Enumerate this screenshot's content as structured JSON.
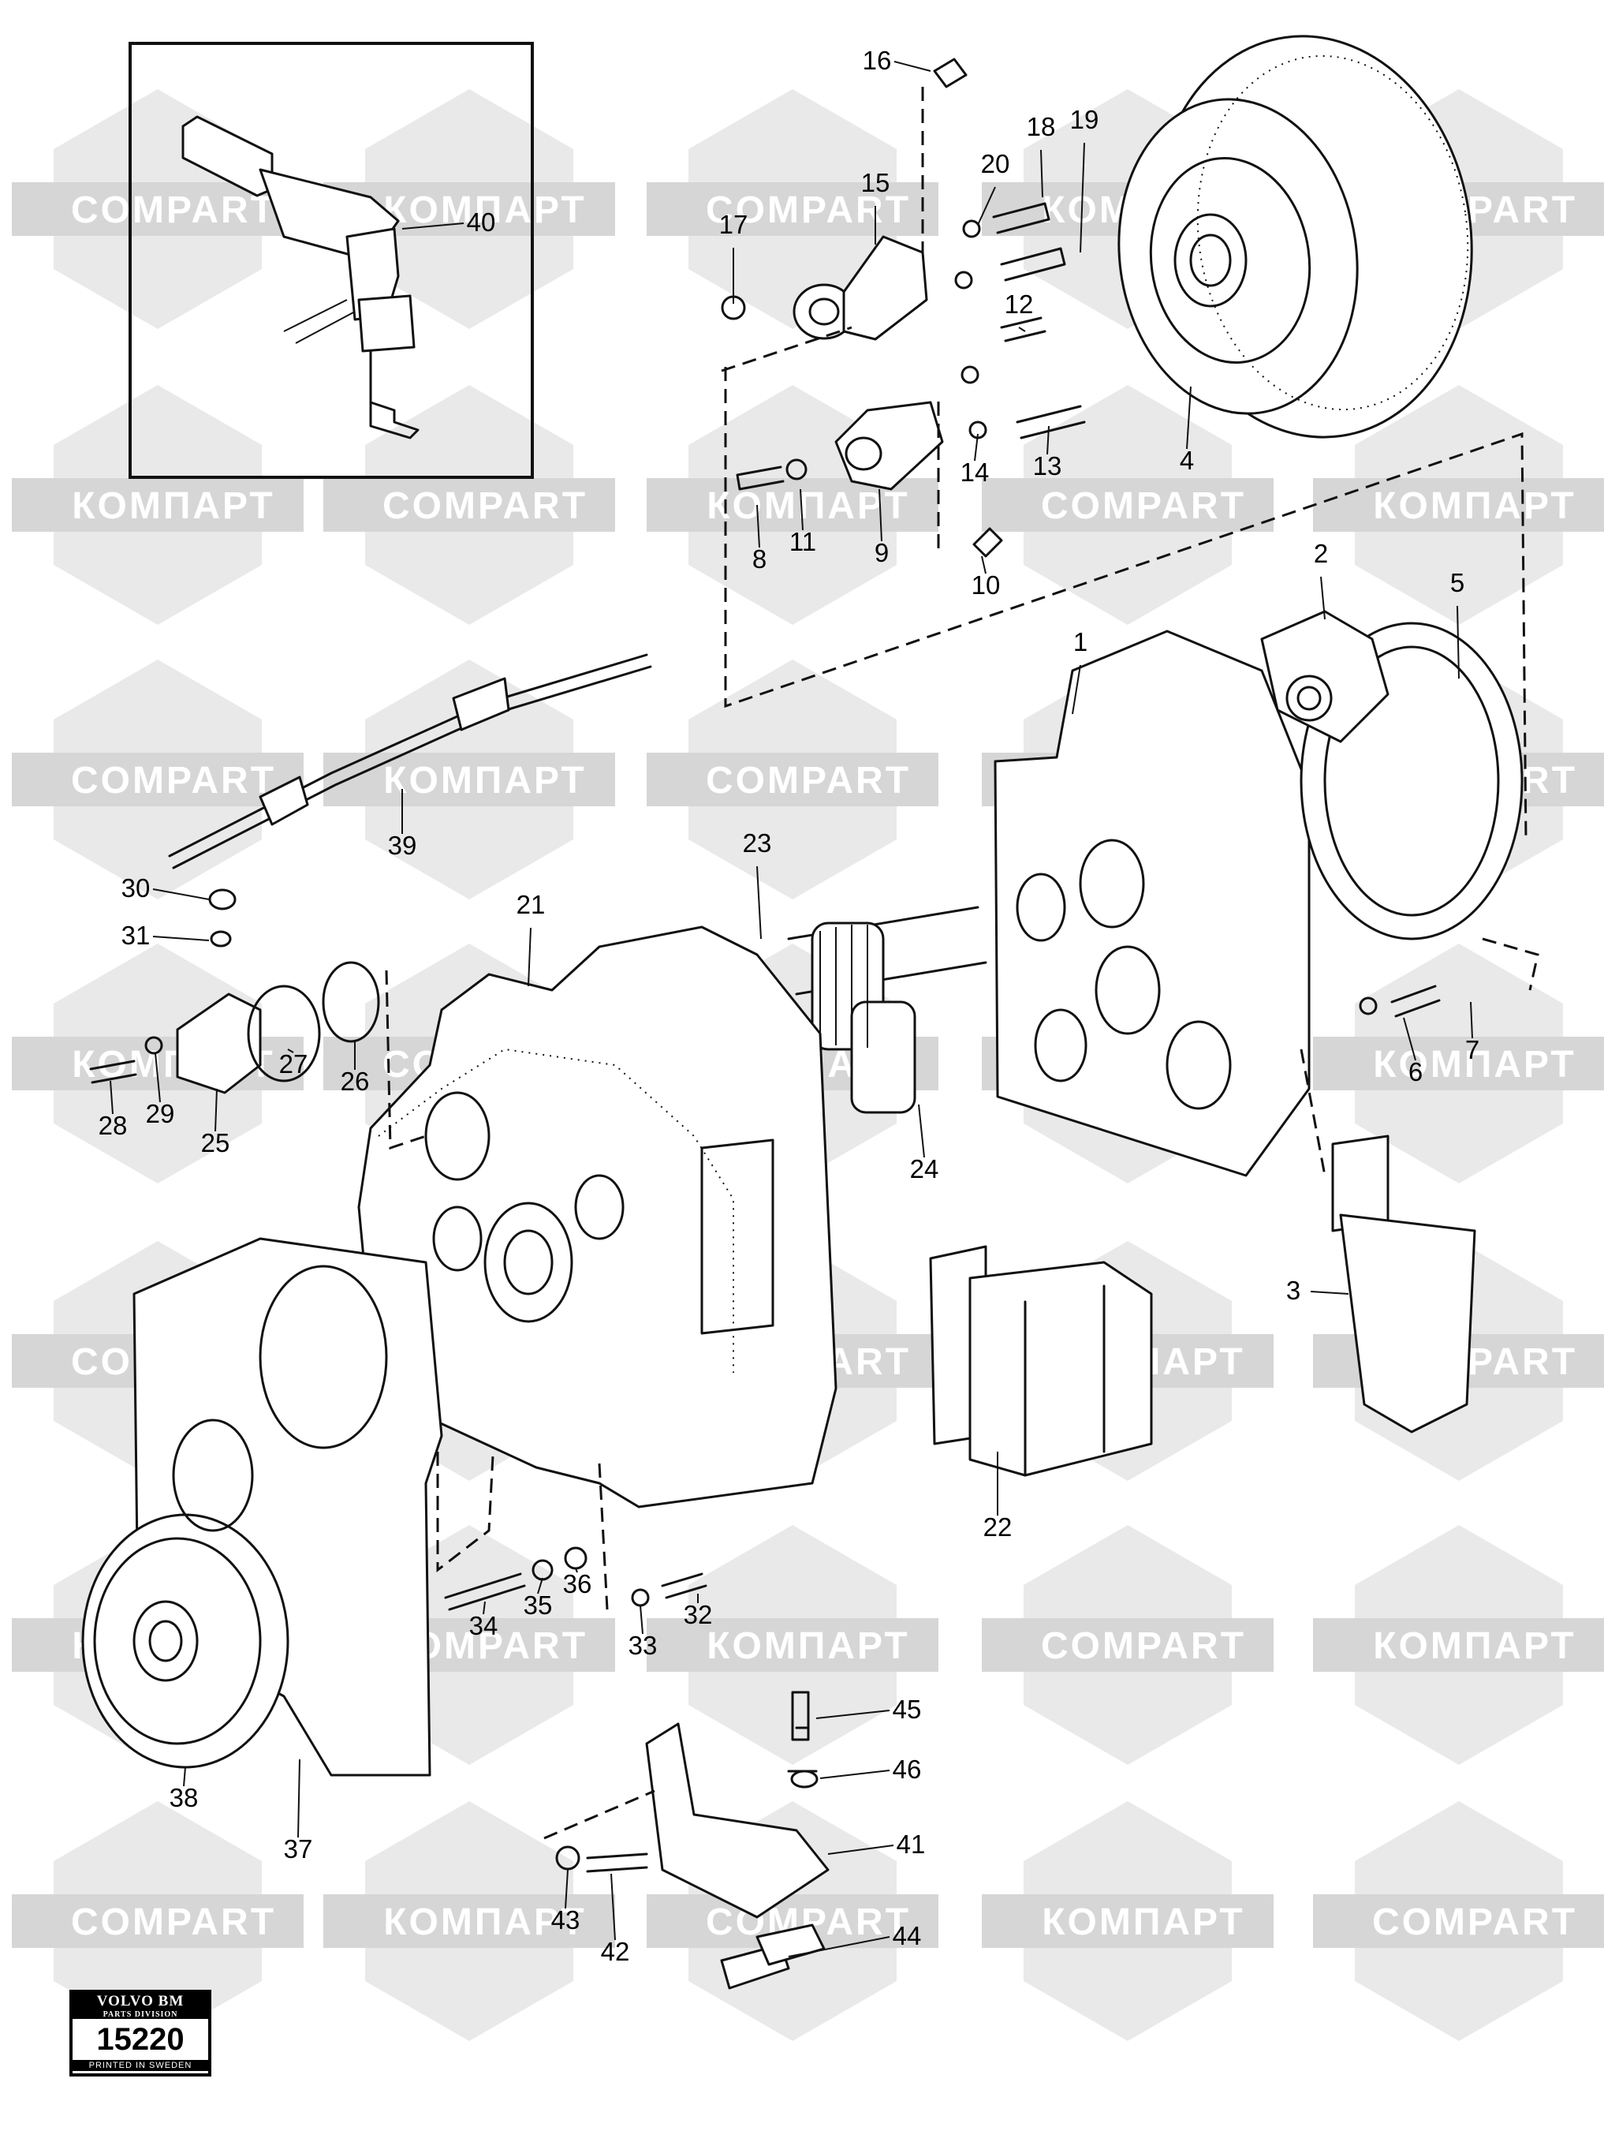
{
  "watermark": {
    "latin": "COMPART",
    "cyrillic": "КОМПАРТ"
  },
  "callouts": [
    "1",
    "2",
    "3",
    "4",
    "5",
    "6",
    "7",
    "8",
    "9",
    "10",
    "11",
    "12",
    "13",
    "14",
    "15",
    "16",
    "17",
    "18",
    "19",
    "20",
    "21",
    "22",
    "23",
    "24",
    "25",
    "26",
    "27",
    "28",
    "29",
    "30",
    "31",
    "32",
    "33",
    "34",
    "35",
    "36",
    "37",
    "38",
    "39",
    "40",
    "41",
    "42",
    "43",
    "44",
    "45",
    "46"
  ],
  "logo": {
    "brand": "VOLVO BM",
    "division": "PARTS DIVISION",
    "number": "15220",
    "footer": "PRINTED IN SWEDEN"
  }
}
